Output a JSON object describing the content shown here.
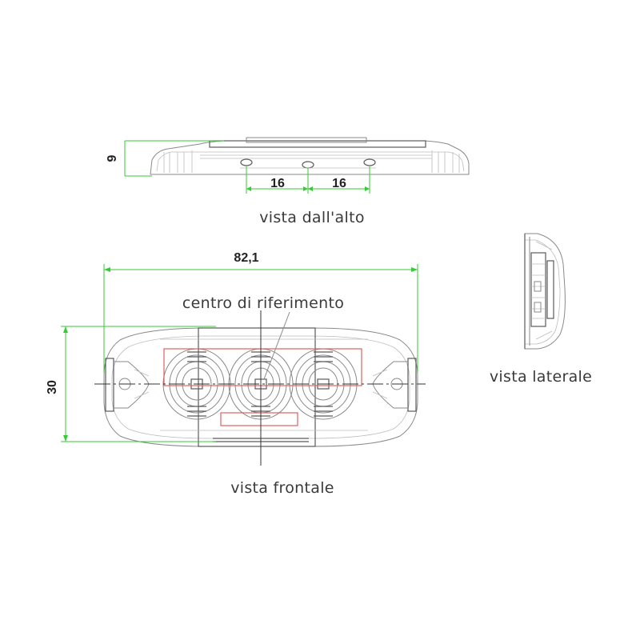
{
  "labels": {
    "view_top": "vista dall'alto",
    "view_front": "vista frontale",
    "view_side": "vista laterale",
    "reference_center": "centro di riferimento"
  },
  "dimensions": {
    "top_height": "9",
    "top_spacing_left": "16",
    "top_spacing_right": "16",
    "front_width": "82,1",
    "front_height": "30"
  },
  "colors": {
    "dimension_line": "#33cc33",
    "highlight": "#e06060",
    "outline": "#8a8a8a"
  }
}
